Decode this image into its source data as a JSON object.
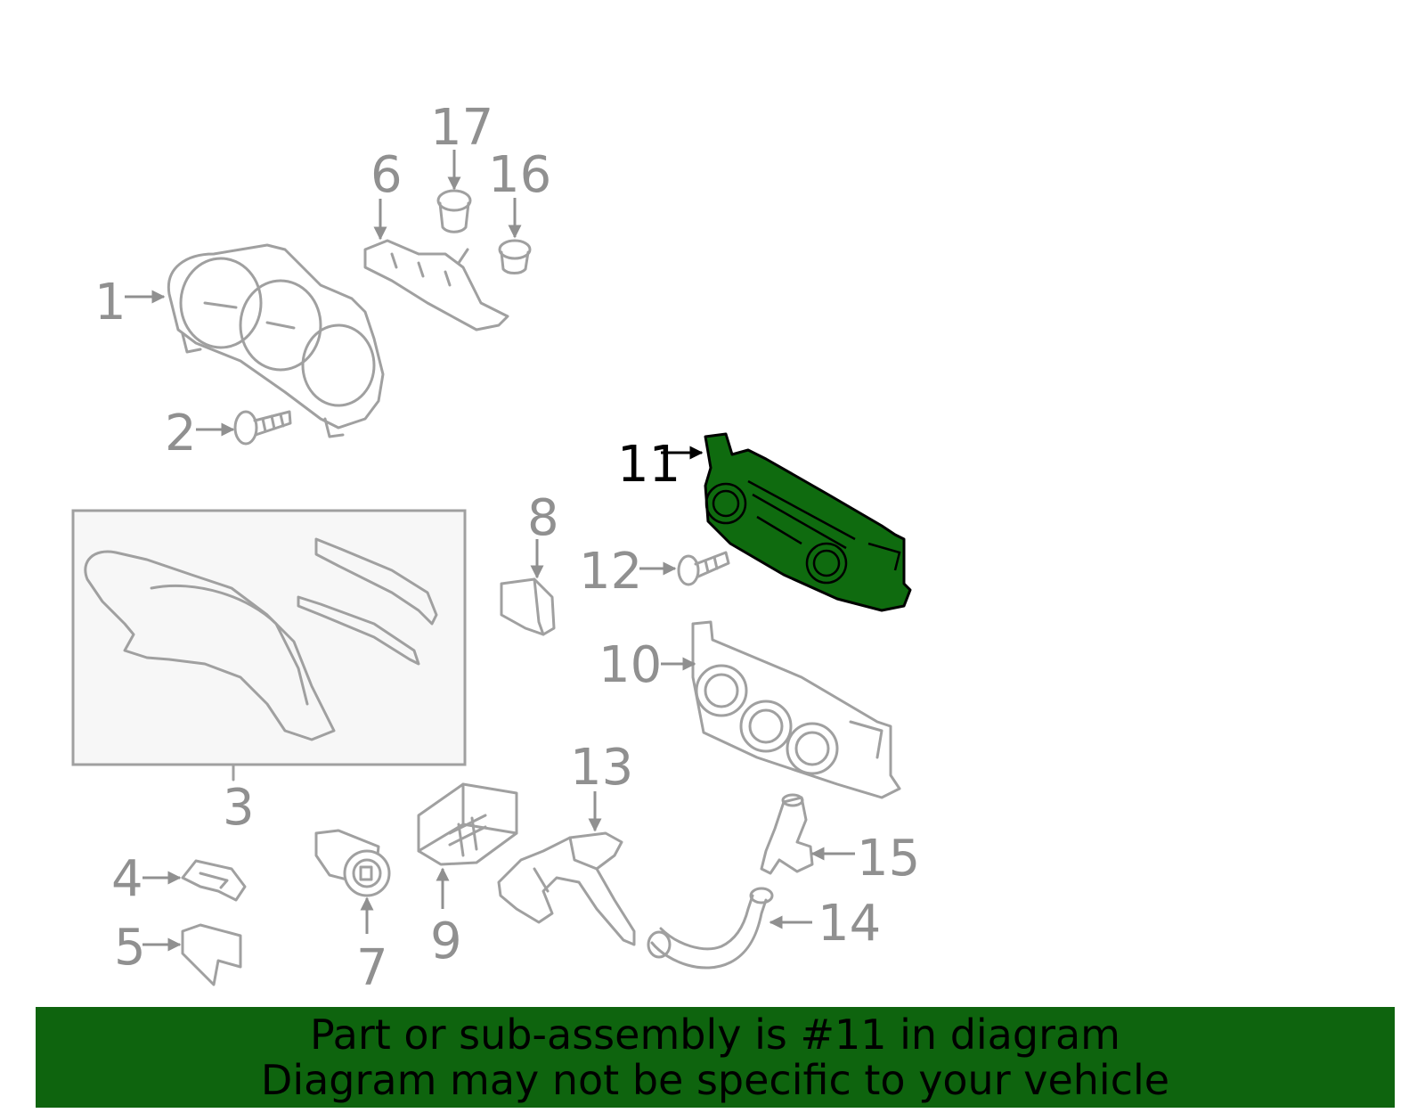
{
  "callouts": [
    "1",
    "2",
    "3",
    "4",
    "5",
    "6",
    "7",
    "8",
    "9",
    "10",
    "11",
    "12",
    "13",
    "14",
    "15",
    "16",
    "17"
  ],
  "highlighted_part": "11",
  "banner": {
    "line1": "Part or sub-assembly is #11 in diagram",
    "line2": "Diagram may not be specific to your vehicle"
  },
  "colors": {
    "highlight": "#0f6b0f",
    "banner": "#0e640e",
    "part_stroke": "#a0a0a0"
  }
}
